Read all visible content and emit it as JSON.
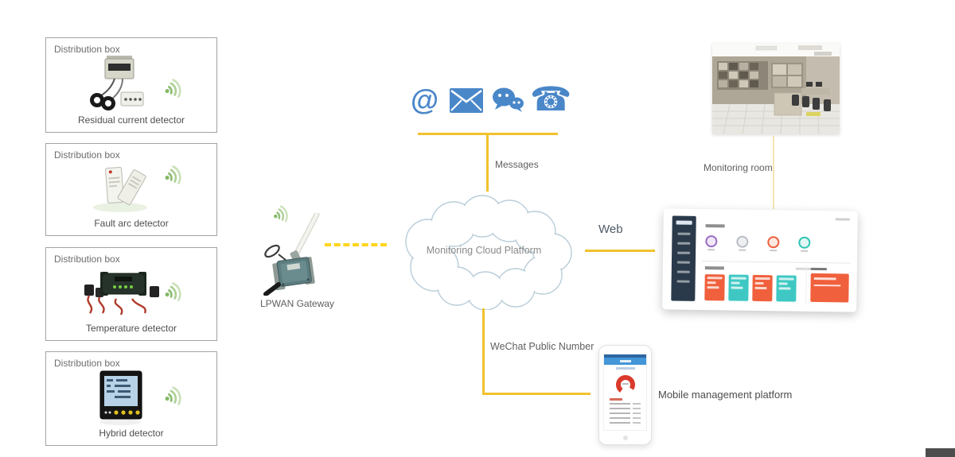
{
  "diagram": {
    "detector_boxes": [
      {
        "header": "Distribution box",
        "caption": "Residual current detector"
      },
      {
        "header": "Distribution box",
        "caption": "Fault arc detector"
      },
      {
        "header": "Distribution box",
        "caption": "Temperature detector"
      },
      {
        "header": "Distribution box",
        "caption": "Hybrid detector"
      }
    ],
    "gateway": {
      "label": "LPWAN Gateway"
    },
    "cloud": {
      "label": "Monitoring Cloud Platform"
    },
    "connections": {
      "messages": "Messages",
      "web": "Web",
      "wechat_public_number": "WeChat Public Number"
    },
    "monitoring_room": {
      "label": "Monitoring room"
    },
    "mobile": {
      "label": "Mobile management platform"
    },
    "message_icons": [
      "email-at",
      "mail-envelope",
      "wechat",
      "telephone"
    ],
    "glyphs": {
      "at": "@",
      "telephone": "☎"
    },
    "colors": {
      "connector_yellow": "#f2c12e",
      "dashed_yellow": "#ffd51e",
      "pale_yellow": "#f5e4b3",
      "icon_blue": "#4a87c9",
      "wifi_green": "#9cc581",
      "cloud_outline": "#b9cdd9",
      "dashboard_navy": "#2b3a4b",
      "dashboard_orange": "#f0603c",
      "dashboard_teal": "#3fc8c3",
      "phone_header_blue": "#4396d8",
      "gauge_red": "#d93a2b"
    }
  }
}
